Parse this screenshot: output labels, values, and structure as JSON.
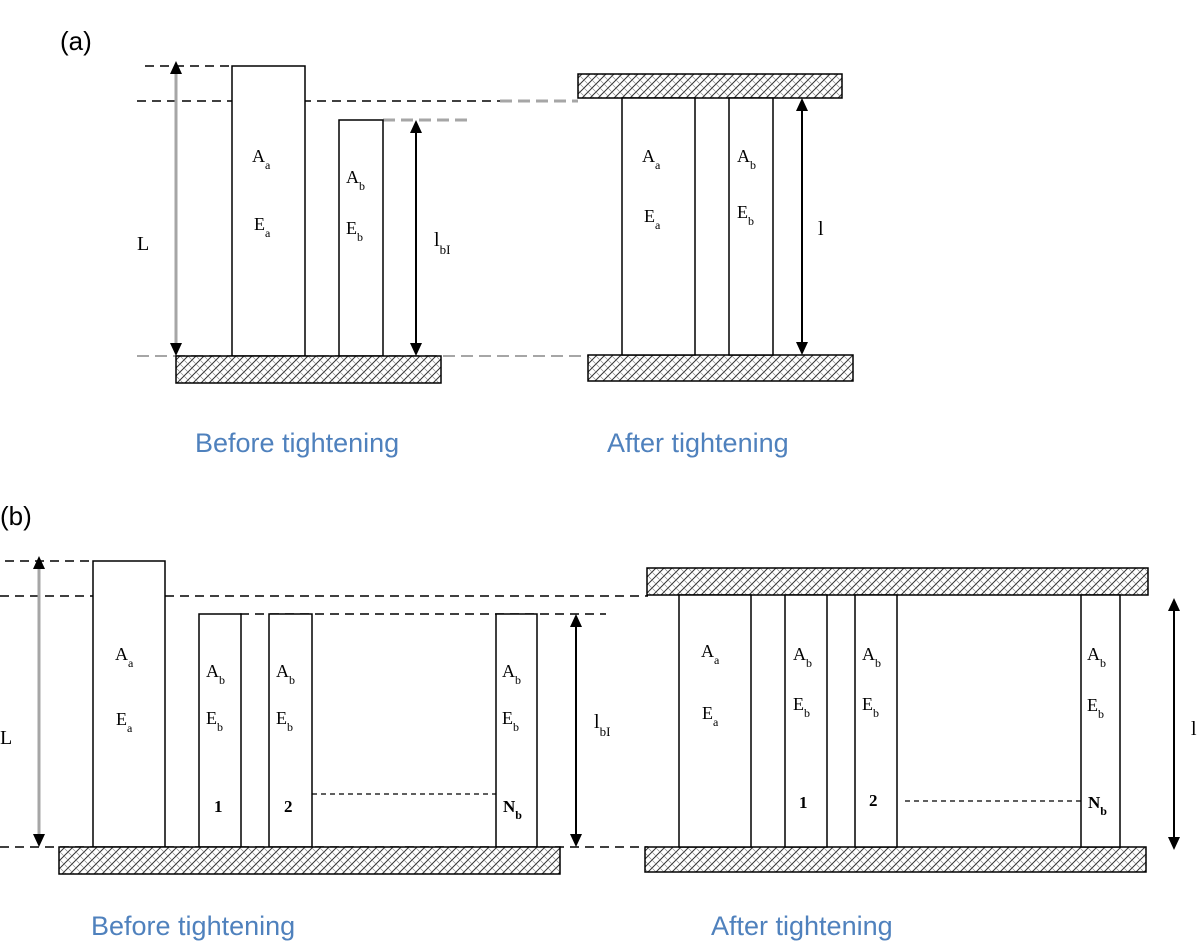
{
  "colors": {
    "caption": "#4f81bd",
    "line": "#000000",
    "dash_gray": "#a6a6a6",
    "arrow_gray": "#a6a6a6"
  },
  "panel_a": {
    "label": "(a)",
    "caption_before": "Before tightening",
    "caption_after": "After tightening",
    "label_L": "L",
    "label_lbI": "l",
    "label_lbI_sub": "bI",
    "label_l": "l",
    "member_a": {
      "A": "A",
      "A_sub": "a",
      "E": "E",
      "E_sub": "a"
    },
    "member_b": {
      "A": "A",
      "A_sub": "b",
      "E": "E",
      "E_sub": "b"
    }
  },
  "panel_b": {
    "label": "(b)",
    "caption_before": "Before tightening",
    "caption_after": "After tightening",
    "label_L": "L",
    "label_lbI": "l",
    "label_lbI_sub": "bI",
    "label_l": "l",
    "member_a": {
      "A": "A",
      "A_sub": "a",
      "E": "E",
      "E_sub": "a"
    },
    "member_b": {
      "A": "A",
      "A_sub": "b",
      "E": "E",
      "E_sub": "b"
    },
    "bolt_1": "1",
    "bolt_2": "2",
    "bolt_N": "N",
    "bolt_N_sub": "b"
  }
}
